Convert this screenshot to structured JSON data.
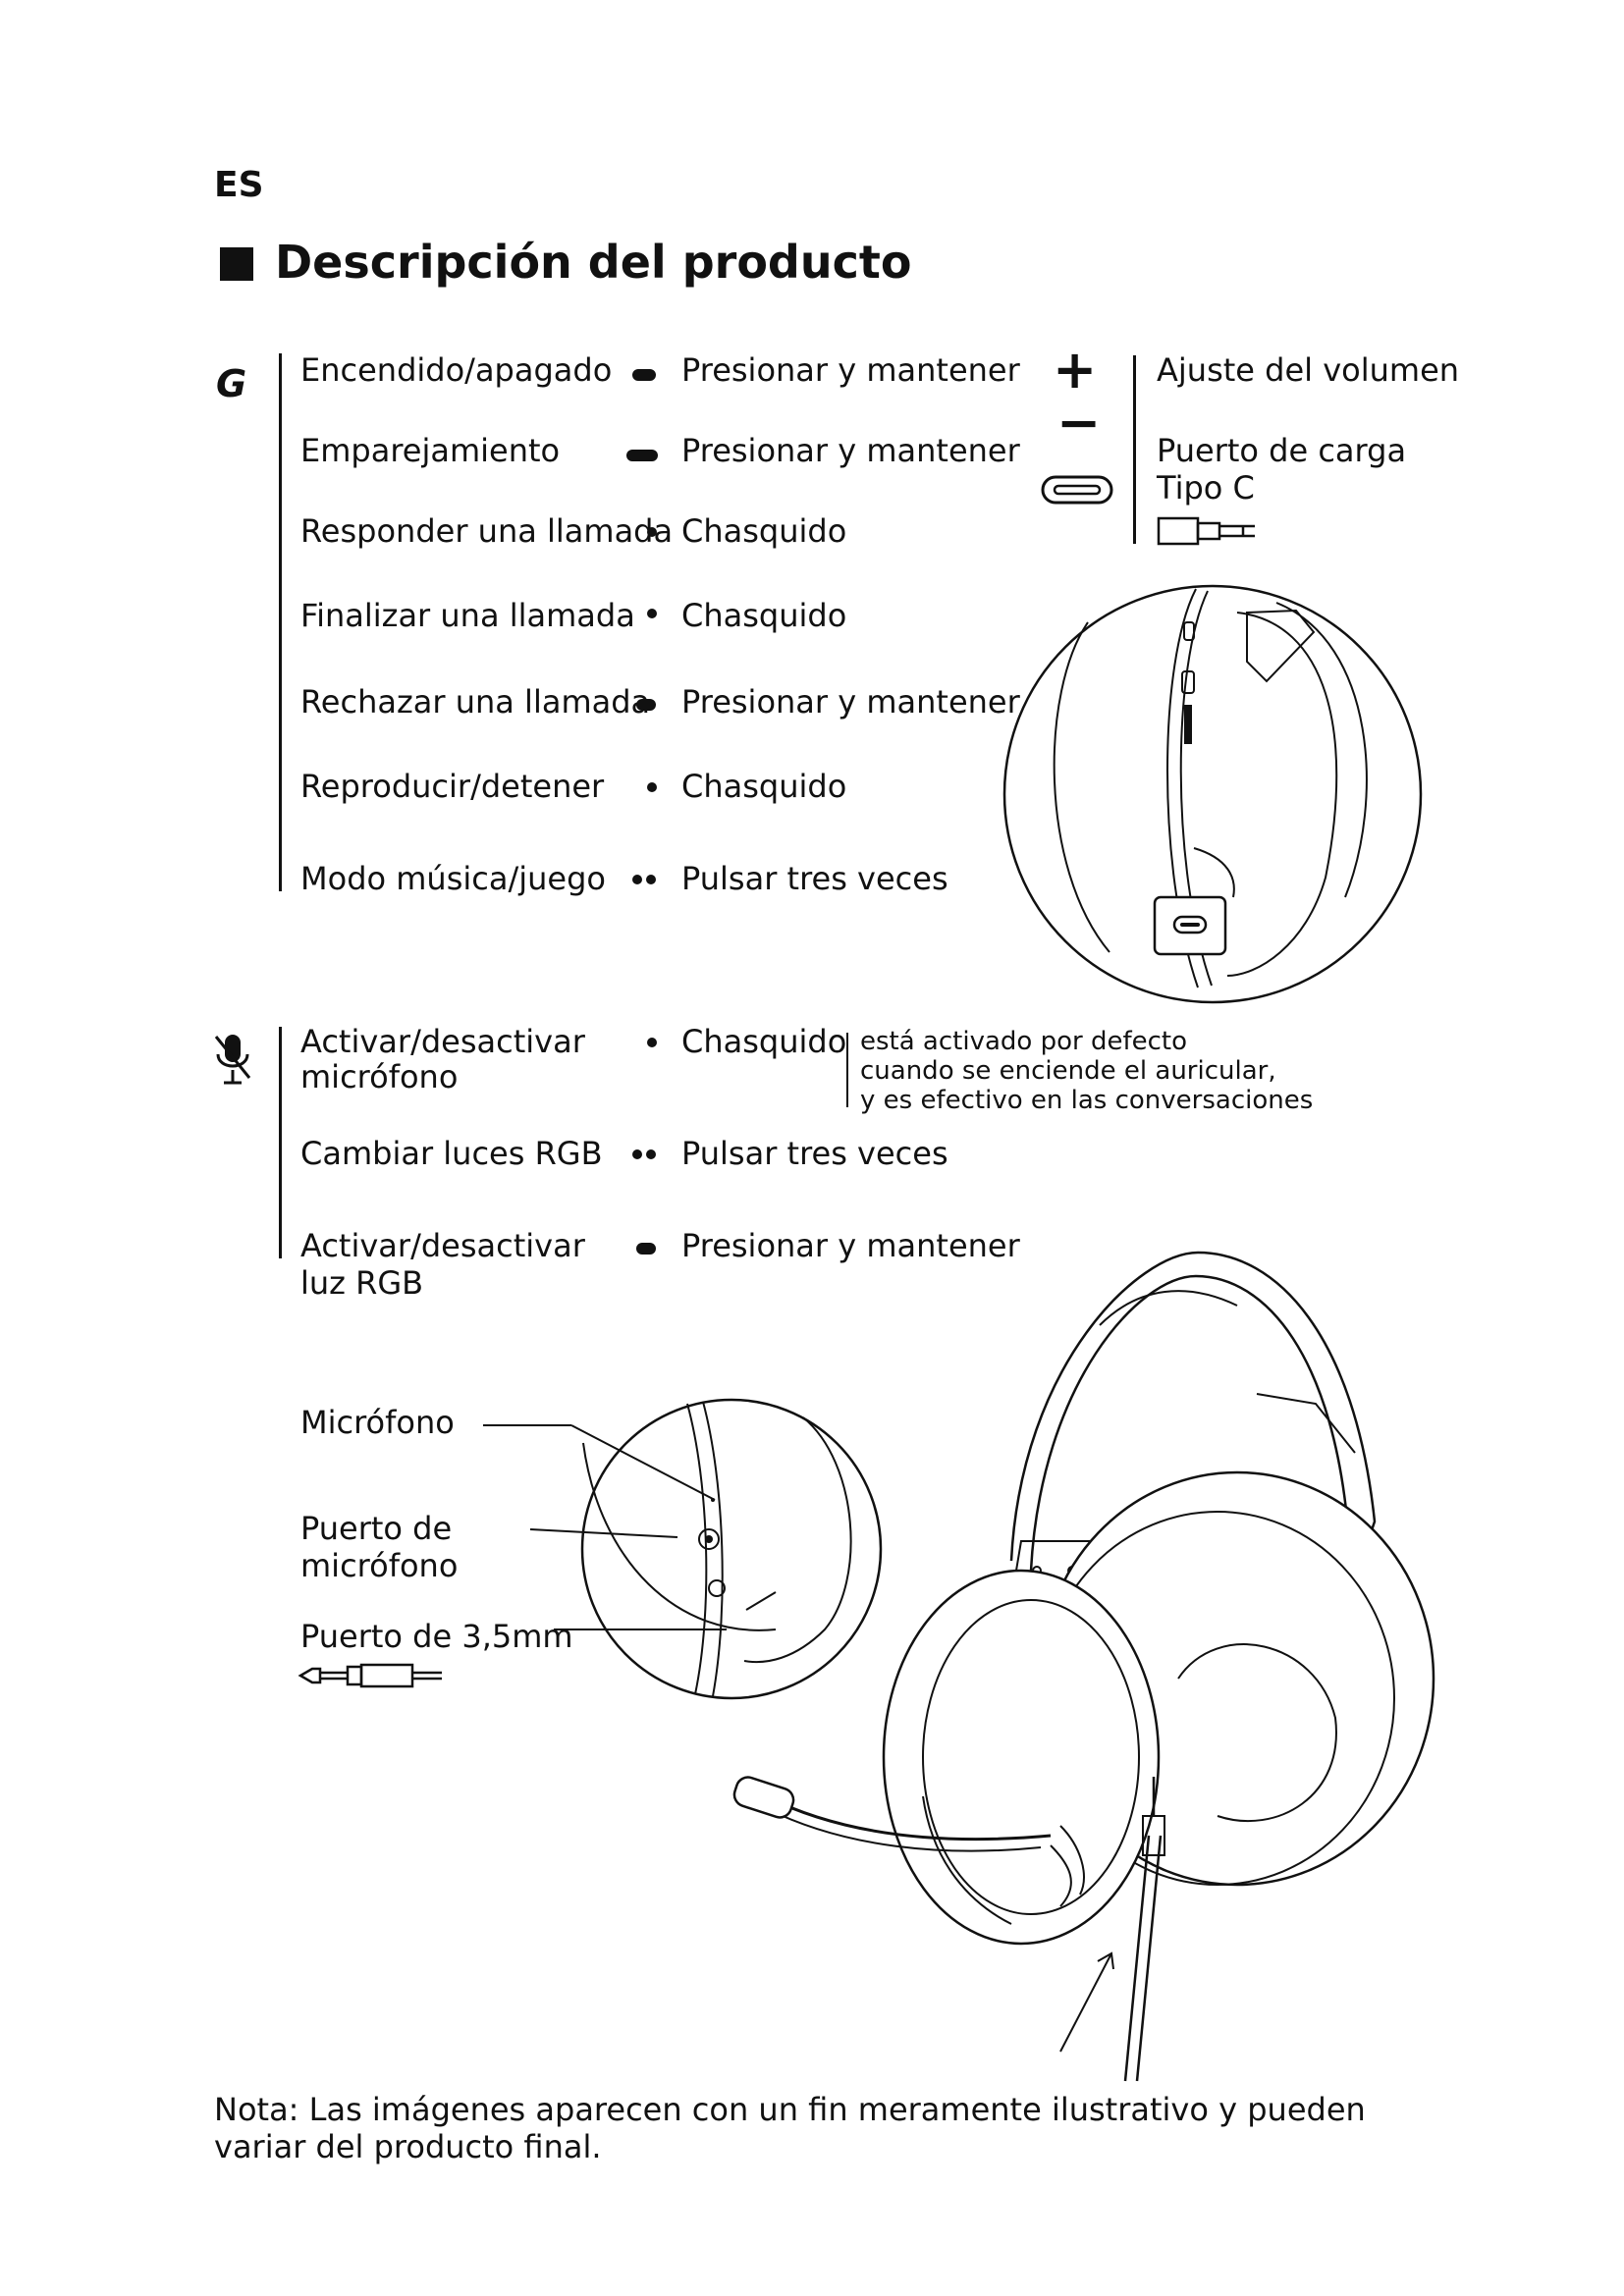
{
  "header": {
    "lang": "ES",
    "title": "Descripción del producto"
  },
  "gbutton": {
    "icon": "g-button-icon",
    "rows": [
      {
        "action": "Encendido/apagado",
        "symbol": "pill",
        "method": "Presionar y mantener"
      },
      {
        "action": "Emparejamiento",
        "symbol": "long-pill",
        "method": "Presionar y mantener"
      },
      {
        "action": "Responder una llamada",
        "symbol": "dot",
        "method": "Chasquido"
      },
      {
        "action": "Finalizar una llamada",
        "symbol": "dot",
        "method": "Chasquido"
      },
      {
        "action": "Rechazar una llamada",
        "symbol": "pill",
        "method": "Presionar y mantener"
      },
      {
        "action": "Reproducir/detener",
        "symbol": "dot",
        "method": "Chasquido"
      },
      {
        "action": "Modo música/juego",
        "symbol": "double-dot",
        "method": "Pulsar tres veces"
      }
    ]
  },
  "right_panel": {
    "plus": "+",
    "minus": "−",
    "volume": "Ajuste del volumen",
    "charge_line1": "Puerto de carga",
    "charge_line2": "Tipo C"
  },
  "mic_button": {
    "icon": "mic-mute-icon",
    "rows": [
      {
        "action_line1": "Activar/desactivar",
        "action_line2": "micrófono",
        "symbol": "dot",
        "method": "Chasquido"
      },
      {
        "action_line1": "Cambiar luces RGB",
        "action_line2": "",
        "symbol": "double-dot",
        "method": "Pulsar tres veces"
      },
      {
        "action_line1": "Activar/desactivar",
        "action_line2": "luz RGB",
        "symbol": "pill",
        "method": "Presionar y mantener"
      }
    ],
    "note_lines": [
      "está activado por defecto",
      "cuando se enciende el auricular,",
      "y es efectivo en las conversaciones"
    ]
  },
  "ports": {
    "mic": "Micrófono",
    "mic_port_line1": "Puerto de",
    "mic_port_line2": "micrófono",
    "jack": "Puerto de 3,5mm"
  },
  "footer": {
    "note": "Nota: Las imágenes aparecen con un fin meramente ilustrativo y pueden variar del producto final."
  }
}
